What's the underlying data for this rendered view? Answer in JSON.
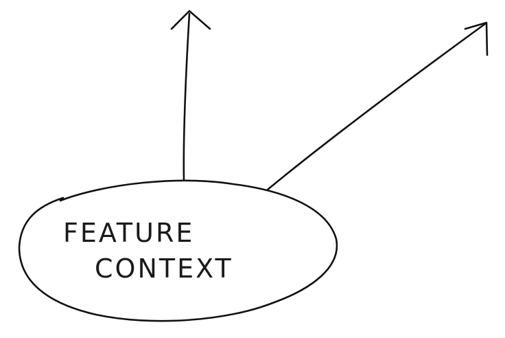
{
  "diagram": {
    "node": {
      "line1": "FEATURE",
      "line2": "CONTEXT"
    },
    "arrows": [
      {
        "direction": "up"
      },
      {
        "direction": "up-right"
      }
    ],
    "colors": {
      "background": "#ffffff",
      "ink": "#111111"
    }
  }
}
